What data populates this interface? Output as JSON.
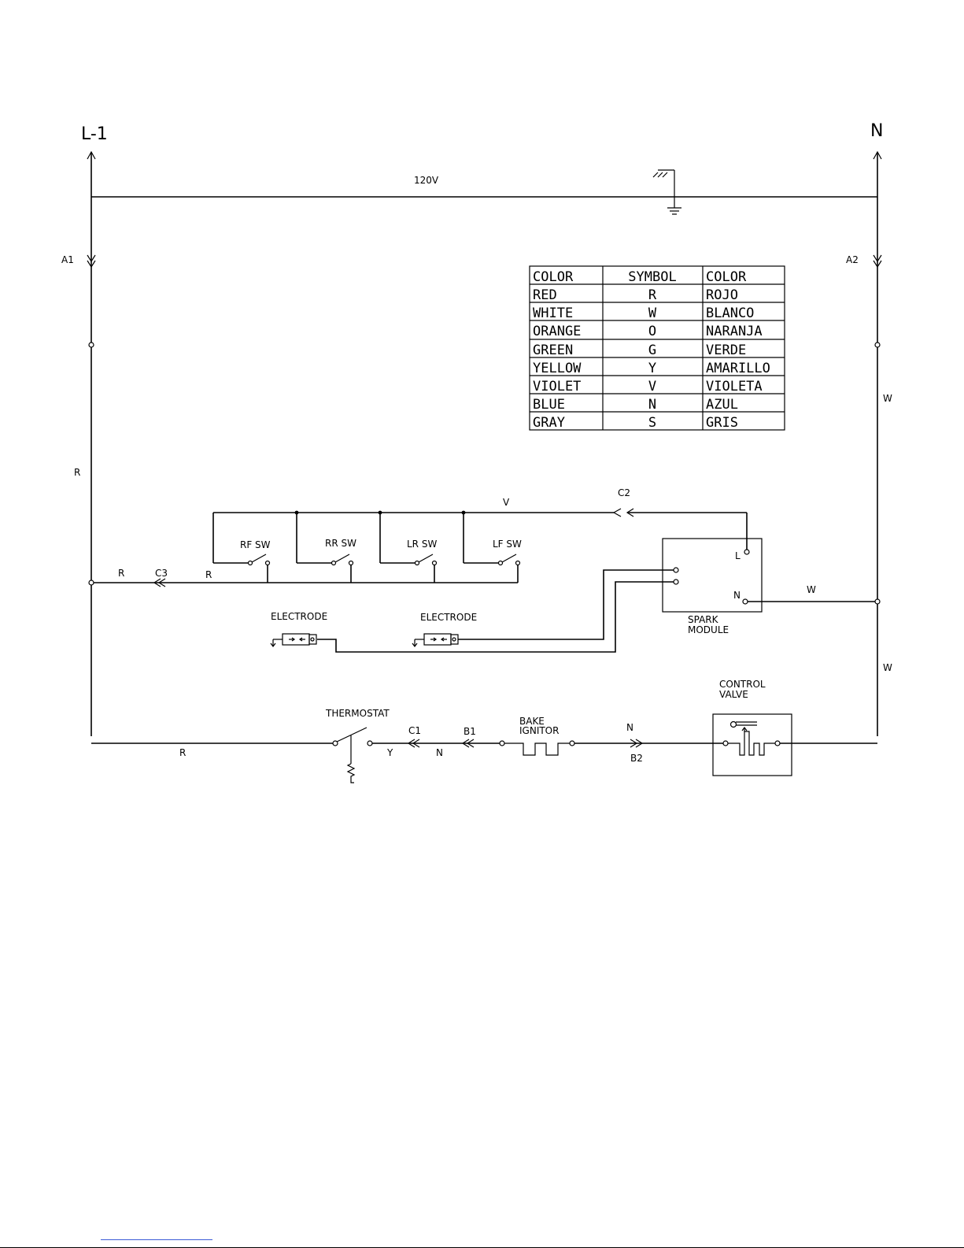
{
  "rails": {
    "line_label": "L-1",
    "neutral_label": "N",
    "voltage_label": "120V",
    "a1": "A1",
    "a2": "A2"
  },
  "wire_codes": {
    "r_left": "R",
    "r_switch_1": "R",
    "c3": "C3",
    "r_switch_2": "R",
    "r_bottom": "R",
    "w_right_top": "W",
    "w_module": "W",
    "w_right_bottom": "W",
    "v_bus": "V",
    "c2": "C2",
    "y": "Y",
    "c1": "C1",
    "n_left": "N",
    "b1": "B1",
    "n_right": "N",
    "b2": "B2",
    "module_l": "L",
    "module_n": "N"
  },
  "components": {
    "rf_sw": "RF  SW",
    "rr_sw": "RR  SW",
    "lr_sw": "LR  SW",
    "lf_sw": "LF  SW",
    "electrode_1": "ELECTRODE",
    "electrode_2": "ELECTRODE",
    "spark_line1": "SPARK",
    "spark_line2": "MODULE",
    "thermostat": "THERMOSTAT",
    "bake_line1": "BAKE",
    "bake_line2": "IGNITOR",
    "valve_line1": "CONTROL",
    "valve_line2": "VALVE"
  },
  "color_table": {
    "headers": [
      "COLOR",
      "SYMBOL",
      "COLOR"
    ],
    "rows": [
      [
        "RED",
        "R",
        "ROJO"
      ],
      [
        "WHITE",
        "W",
        "BLANCO"
      ],
      [
        "ORANGE",
        "O",
        "NARANJA"
      ],
      [
        "GREEN",
        "G",
        "VERDE"
      ],
      [
        "YELLOW",
        "Y",
        "AMARILLO"
      ],
      [
        "VIOLET",
        "V",
        "VIOLETA"
      ],
      [
        "BLUE",
        "N",
        "AZUL"
      ],
      [
        "GRAY",
        "S",
        "GRIS"
      ]
    ]
  }
}
